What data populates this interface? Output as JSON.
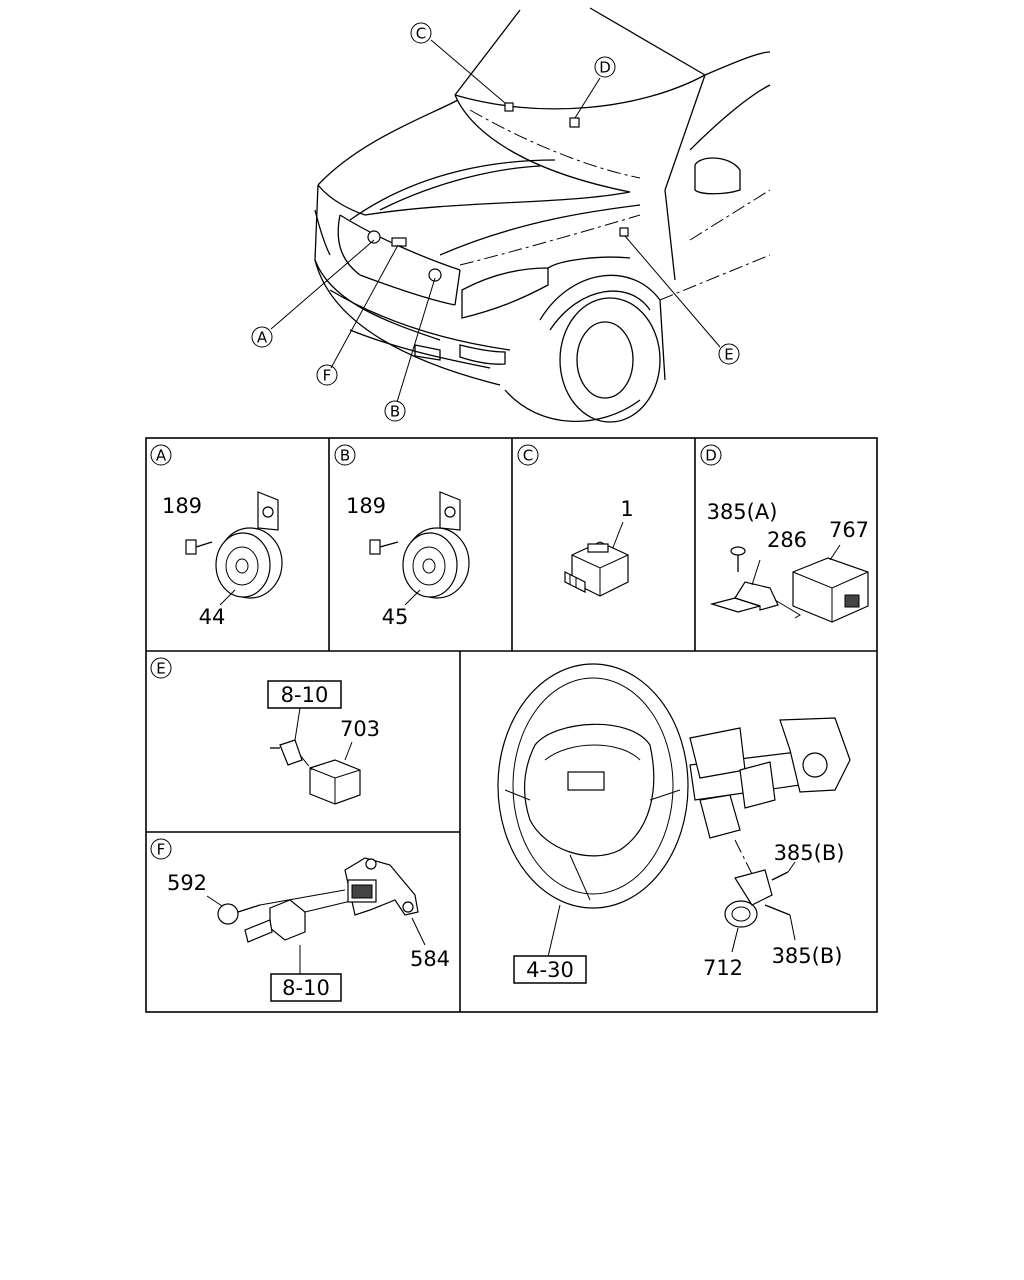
{
  "callouts": {
    "A": "A",
    "B": "B",
    "C": "C",
    "D": "D",
    "E": "E",
    "F": "F"
  },
  "panels": {
    "A": {
      "letter": "A",
      "bolt": "189",
      "horn": "44"
    },
    "B": {
      "letter": "B",
      "bolt": "189",
      "horn": "45"
    },
    "C": {
      "letter": "C",
      "relay": "1"
    },
    "D": {
      "letter": "D",
      "screw": "385(A)",
      "bracket": "286",
      "module": "767"
    },
    "E": {
      "letter": "E",
      "ref": "8-10",
      "relay": "703"
    },
    "F": {
      "letter": "F",
      "bolt": "592",
      "bracket": "584",
      "ref": "8-10"
    },
    "steering": {
      "ref": "4-30",
      "screw_top": "385(B)",
      "screw_bottom": "385(B)",
      "coil": "712"
    }
  }
}
